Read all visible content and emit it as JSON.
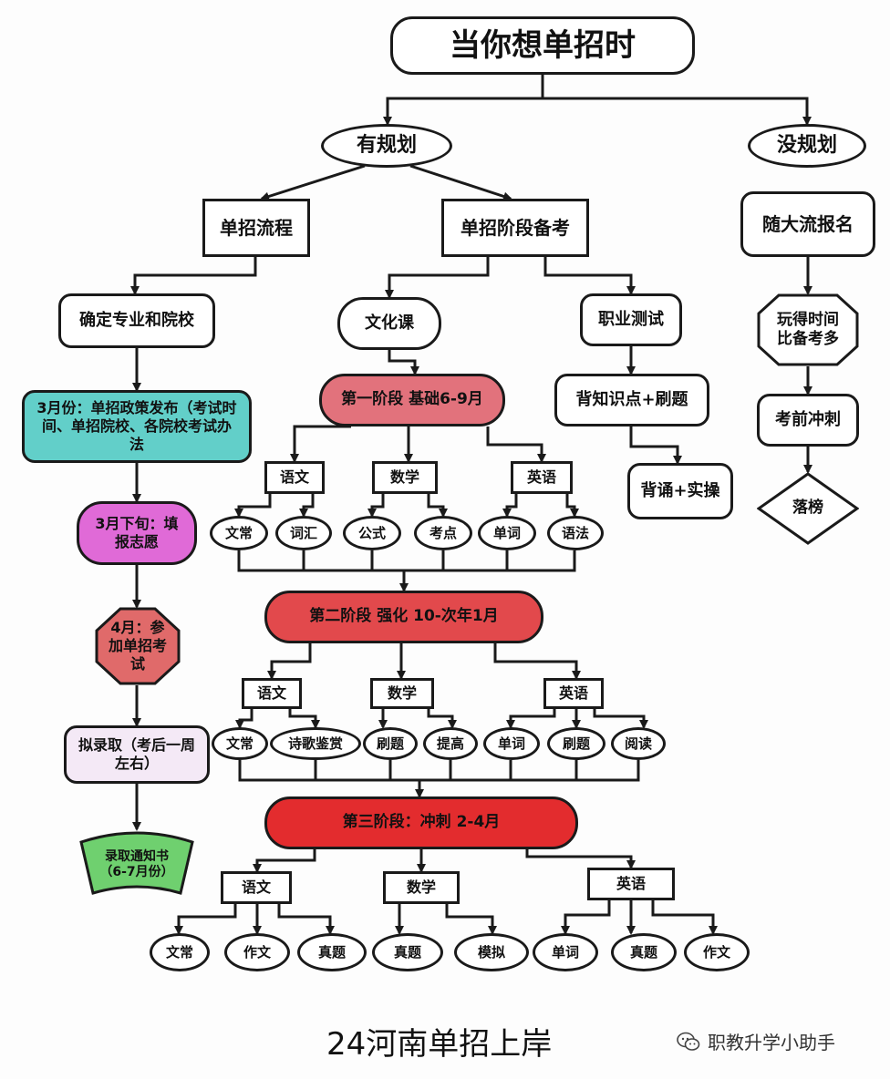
{
  "title": "当你想单招时",
  "branches": {
    "yes": "有规划",
    "no": "没规划"
  },
  "process": {
    "title": "单招流程",
    "steps": {
      "s1": "确定专业和院校",
      "s2": "3月份：单招政策发布（考试时间、单招院校、各院校考试办法",
      "s3": "3月下旬：填报志愿",
      "s4": "4月：参加单招考试",
      "s5": "拟录取（考后一周左右）",
      "s6": "录取通知书（6-7月份）"
    }
  },
  "prep": {
    "title": "单招阶段备考",
    "culture": "文化课",
    "vocational": {
      "title": "职业测试",
      "step1": "背知识点+刷题",
      "step2": "背诵+实操"
    },
    "stage1": {
      "title": "第一阶段  基础6-9月",
      "chinese": "语文",
      "math": "数学",
      "english": "英语",
      "items": [
        "文常",
        "词汇",
        "公式",
        "考点",
        "单词",
        "语法"
      ]
    },
    "stage2": {
      "title": "第二阶段 强化 10-次年1月",
      "chinese": "语文",
      "math": "数学",
      "english": "英语",
      "items": [
        "文常",
        "诗歌鉴赏",
        "刷题",
        "提高",
        "单词",
        "刷题",
        "阅读"
      ]
    },
    "stage3": {
      "title": "第三阶段：冲刺 2-4月",
      "chinese": "语文",
      "math": "数学",
      "english": "英语",
      "items": [
        "文常",
        "作文",
        "真题",
        "真题",
        "模拟",
        "单词",
        "真题",
        "作文"
      ]
    }
  },
  "noplan": {
    "s1": "随大流报名",
    "s2": "玩得时间比备考多",
    "s3": "考前冲刺",
    "s4": "落榜"
  },
  "footer": "24河南单招上岸",
  "brand": "职教升学小助手",
  "colors": {
    "teal": "#62cfc9",
    "pink": "#e06ad7",
    "lavender": "#f4e9f6",
    "stage1": "#e2727c",
    "stage2": "#e2494c",
    "stage3": "#e32c2e",
    "octagon": "#e06a6a",
    "banner": "#6fd06f"
  }
}
